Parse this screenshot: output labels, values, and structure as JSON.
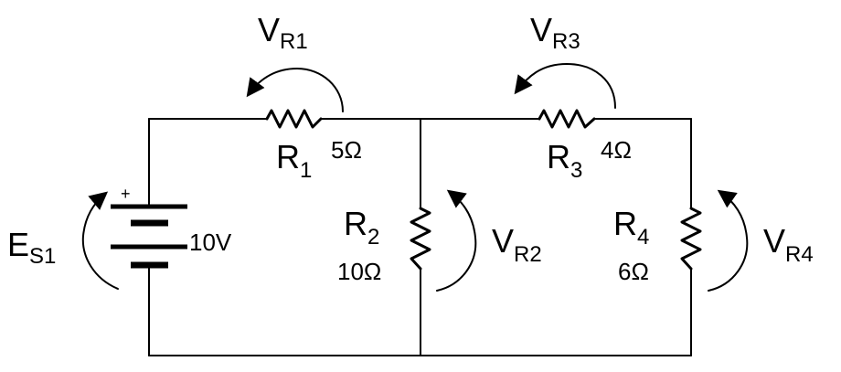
{
  "source": {
    "letter": "E",
    "subscript": "S1",
    "value": "10V",
    "polarity": "+"
  },
  "resistors": {
    "r1": {
      "letter": "R",
      "index": "1",
      "value": "5Ω"
    },
    "r2": {
      "letter": "R",
      "index": "2",
      "value": "10Ω"
    },
    "r3": {
      "letter": "R",
      "index": "3",
      "value": "4Ω"
    },
    "r4": {
      "letter": "R",
      "index": "4",
      "value": "6Ω"
    }
  },
  "voltages": {
    "vr1": {
      "letter": "V",
      "subscript": "R1"
    },
    "vr2": {
      "letter": "V",
      "subscript": "R2"
    },
    "vr3": {
      "letter": "V",
      "subscript": "R3"
    },
    "vr4": {
      "letter": "V",
      "subscript": "R4"
    }
  }
}
